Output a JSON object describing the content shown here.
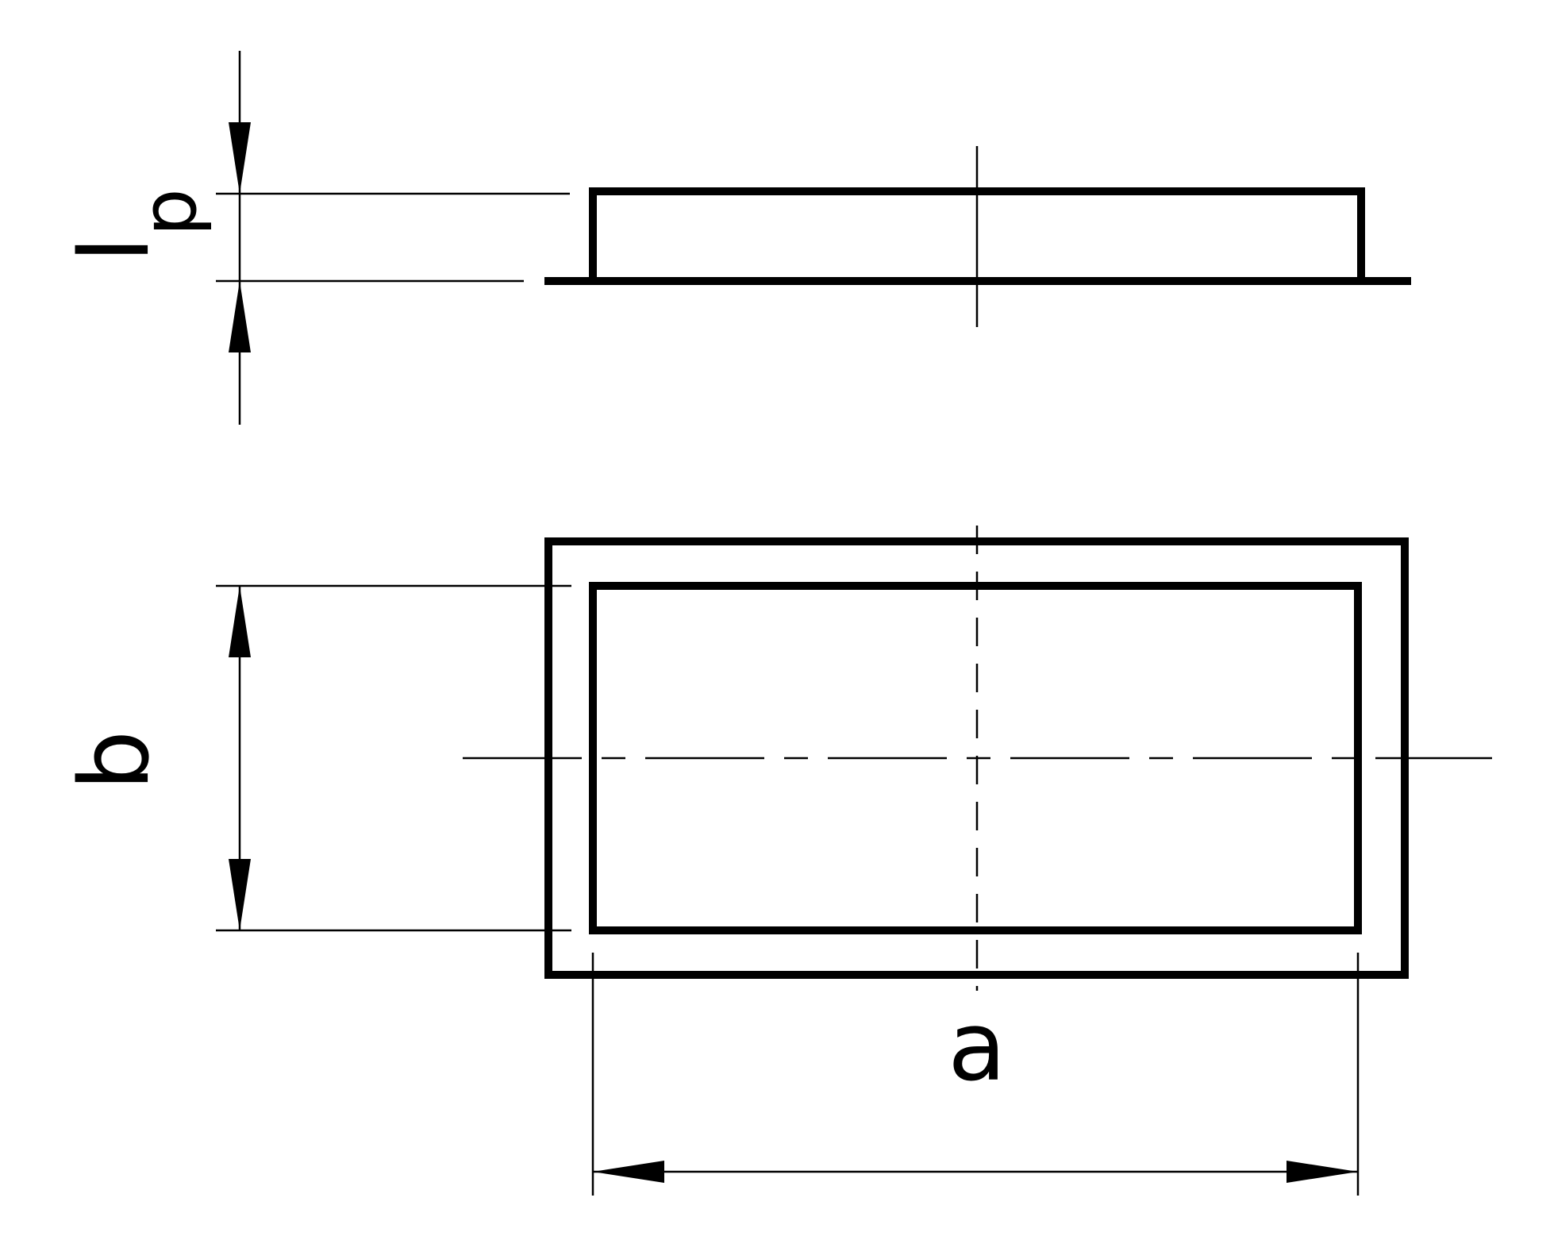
{
  "labels": {
    "height": "l",
    "height_subscript": "p",
    "width_b": "b",
    "width_a": "a"
  },
  "colors": {
    "line": "#000000",
    "background": "#ffffff"
  }
}
